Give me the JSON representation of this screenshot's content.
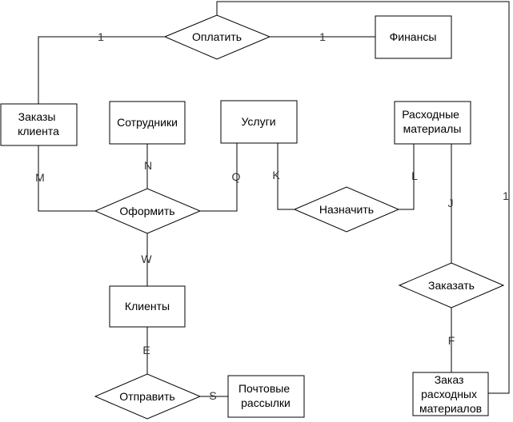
{
  "entities": {
    "customer_orders": [
      "Заказы",
      "клиента"
    ],
    "employees": [
      "Сотрудники"
    ],
    "services": [
      "Услуги"
    ],
    "consumables": [
      "Расходные",
      "материалы"
    ],
    "finance": [
      "Финансы"
    ],
    "clients": [
      "Клиенты"
    ],
    "mailings": [
      "Почтовые",
      "рассылки"
    ],
    "consumables_order": [
      "Заказ",
      "расходных",
      "материалов"
    ]
  },
  "relationships": {
    "pay": "Оплатить",
    "place": "Оформить",
    "assign": "Назначить",
    "order": "Заказать",
    "send": "Отправить"
  },
  "cardinalities": {
    "pay_orders": "1",
    "pay_finance": "1",
    "order_finance": "1",
    "place_orders": "M",
    "place_employees": "N",
    "place_services": "Q",
    "place_clients": "W",
    "assign_services": "K",
    "assign_consumables": "L",
    "order_consumables": "J",
    "order_consumables_order": "F",
    "send_clients": "E",
    "send_mailings": "S"
  }
}
